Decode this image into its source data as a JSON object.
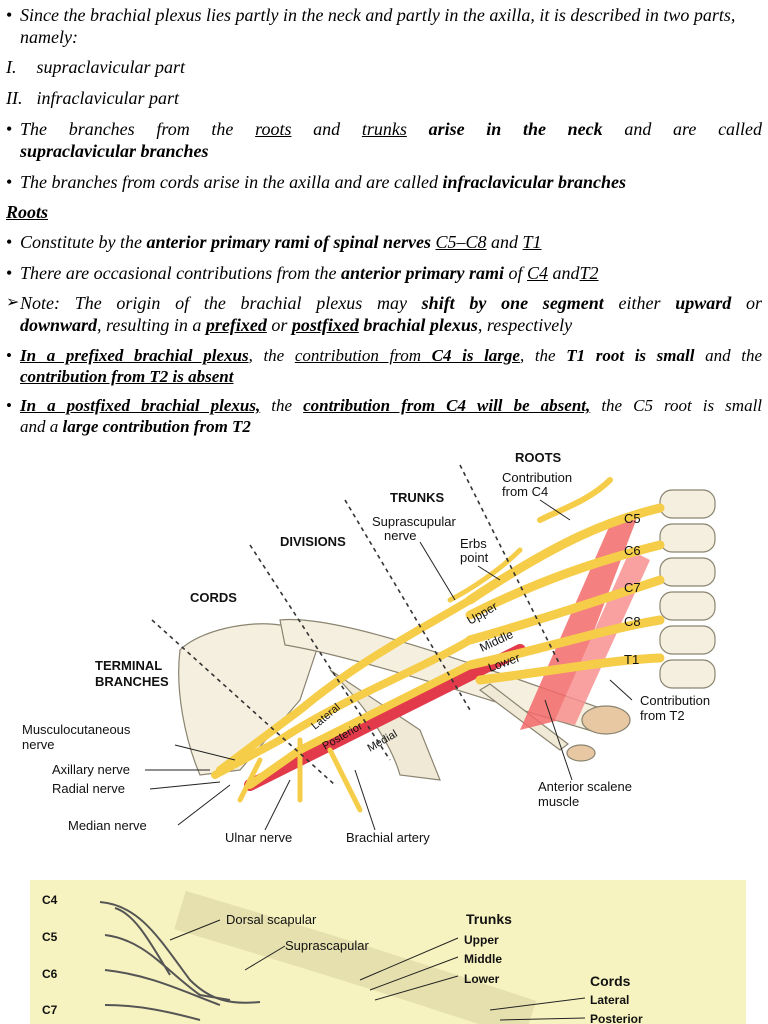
{
  "doc": {
    "p1": "Since the brachial plexus lies partly in the neck and partly in the axilla, it is described in two parts, namely:",
    "parts": [
      {
        "num": "I.",
        "label": "supraclavicular part"
      },
      {
        "num": "II.",
        "label": "infraclavicular part"
      }
    ],
    "p2": {
      "a": "The branches from the",
      "roots": "roots",
      "and": "and",
      "trunks": "trunks",
      "neck": "arise in the neck",
      "called": "and are called",
      "sup": "supraclavicular branches"
    },
    "p3": {
      "a": "The branches from cords arise in the axilla and are called",
      "inf": "infraclavicular branches"
    },
    "roots_heading": "Roots",
    "p4": {
      "a": "Constitute by the",
      "bold": "anterior primary rami of spinal nerves",
      "c5c8": "C5–C8",
      "and": "and",
      "t1": "T1"
    },
    "p5": {
      "a": "There are occasional contributions from the",
      "bold": "anterior primary rami",
      "of": "of",
      "c4": "C4",
      "and": "and",
      "t2": "T2"
    },
    "note": {
      "a": "Note: The origin of the brachial plexus may",
      "shift": "shift by one segment",
      "either": "either",
      "upward": "upward",
      "or": "or",
      "downward": "downward",
      "resulting": ", resulting in a",
      "prefixed": "prefixed",
      "or2": "or",
      "postfixed": "postfixed",
      "bp": "brachial plexus",
      "resp": ", respectively"
    },
    "pre": {
      "a": "In a prefixed brachial plexus",
      "comma": ",",
      "the": "the",
      "contrib": "contribution from",
      "c4": "C4 is large",
      "the2": ", the",
      "t1": "T1 root is small",
      "and": "and the",
      "t2": "contribution from T2 is absent"
    },
    "post": {
      "a": "In a postfixed brachial plexus,",
      "the": "the",
      "contrib": "contribution from C4 will be absent,",
      "c5": "the C5 root is small",
      "and": "and a",
      "large": "large contribution from T2"
    }
  },
  "figure1": {
    "roots": "ROOTS",
    "trunks": "TRUNKS",
    "divisions": "DIVISIONS",
    "cords": "CORDS",
    "terminal1": "TERMINAL",
    "terminal2": "BRANCHES",
    "contrib_c4_1": "Contribution",
    "contrib_c4_2": "from C4",
    "supra1": "Suprascupular",
    "supra2": "nerve",
    "erbs1": "Erbs",
    "erbs2": "point",
    "c5": "C5",
    "c6": "C6",
    "c7": "C7",
    "c8": "C8",
    "t1": "T1",
    "upper": "Upper",
    "middle": "Middle",
    "lower": "Lower",
    "lateral": "Lateral",
    "posterior": "Posterior",
    "medial": "Medial",
    "contrib_t2_1": "Contribution",
    "contrib_t2_2": "from T2",
    "musculo1": "Musculocutaneous",
    "musculo2": "nerve",
    "axillary": "Axillary nerve",
    "radial": "Radial nerve",
    "median": "Median nerve",
    "ulnar": "Ulnar nerve",
    "brachial": "Brachial artery",
    "scalene1": "Anterior scalene",
    "scalene2": "muscle"
  },
  "figure2": {
    "c4": "C4",
    "c5": "C5",
    "c6": "C6",
    "c7": "C7",
    "dorsal": "Dorsal scapular",
    "suprascapular": "Suprascapular",
    "trunks": "Trunks",
    "upper": "Upper",
    "middle": "Middle",
    "lower": "Lower",
    "cords": "Cords",
    "lateral": "Lateral",
    "posterior": "Posterior"
  },
  "colors": {
    "nerve": "#f6cd49",
    "nerve_stroke": "#d9a520",
    "artery": "#e23a4a",
    "bone": "#f4efdf",
    "bone_stroke": "#8a8470",
    "panel": "#f7f3c0"
  }
}
